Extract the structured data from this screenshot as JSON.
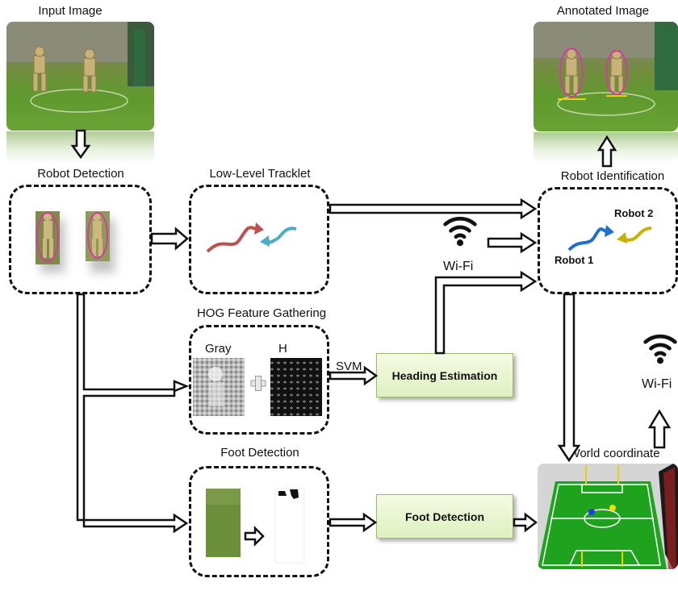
{
  "labels": {
    "input_image": "Input Image",
    "annotated_image": "Annotated Image",
    "robot_detection": "Robot Detection",
    "low_level_tracklet": "Low-Level Tracklet",
    "robot_identification": "Robot Identification",
    "hog_feature_gathering": "HOG Feature Gathering",
    "gray": "Gray",
    "h": "H",
    "svm": "SVM",
    "heading_estimation": "Heading Estimation",
    "wifi_center": "Wi-Fi",
    "wifi_right": "Wi-Fi",
    "robot_1": "Robot 1",
    "robot_2": "Robot 2",
    "world_coordinate": "World coordinate",
    "foot_detection_title": "Foot Detection",
    "foot_detection_box": "Foot Detection"
  },
  "colors": {
    "detection_ellipse": "#d63aa6",
    "tracklet_red": "#c0504d",
    "tracklet_cyan": "#4bacc6",
    "robot1_track": "#1f6fd1",
    "robot2_track": "#c8b400",
    "green_box_fill": "#e2f2c4",
    "field_green": "#1fa31f"
  }
}
